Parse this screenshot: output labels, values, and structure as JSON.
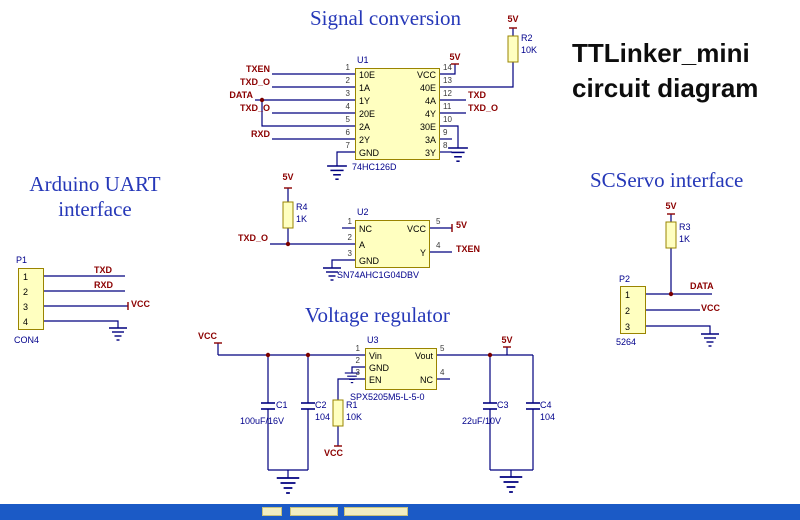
{
  "titles": {
    "signal_conversion": "Signal conversion",
    "main1": "TTLinker_mini",
    "main2": "circuit diagram",
    "arduino1": "Arduino UART",
    "arduino2": "interface",
    "scservo": "SCServo interface",
    "voltage_regulator": "Voltage regulator"
  },
  "u1": {
    "ref": "U1",
    "part": "74HC126D",
    "power": "5V",
    "pins_left": [
      {
        "num": "1",
        "name": "10E"
      },
      {
        "num": "2",
        "name": "1A"
      },
      {
        "num": "3",
        "name": "1Y"
      },
      {
        "num": "4",
        "name": "20E"
      },
      {
        "num": "5",
        "name": "2A"
      },
      {
        "num": "6",
        "name": "2Y"
      },
      {
        "num": "7",
        "name": "GND"
      }
    ],
    "pins_right": [
      {
        "num": "14",
        "name": "VCC"
      },
      {
        "num": "13",
        "name": "40E"
      },
      {
        "num": "12",
        "name": "4A"
      },
      {
        "num": "11",
        "name": "4Y"
      },
      {
        "num": "10",
        "name": "30E"
      },
      {
        "num": "9",
        "name": "3A"
      },
      {
        "num": "8",
        "name": "3Y"
      }
    ],
    "nets_left": [
      "TXEN",
      "TXD_O",
      "DATA",
      "TXD_O",
      "RXD"
    ],
    "nets_right": [
      "TXD",
      "TXD_O"
    ]
  },
  "r1": {
    "ref": "R1",
    "value": "10K",
    "power": "VCC"
  },
  "r2": {
    "ref": "R2",
    "value": "10K",
    "power": "5V"
  },
  "r3": {
    "ref": "R3",
    "value": "1K",
    "power": "5V"
  },
  "r4": {
    "ref": "R4",
    "value": "1K",
    "power": "5V"
  },
  "u2": {
    "ref": "U2",
    "part": "SN74AHC1G04DBV",
    "pins_left": [
      {
        "num": "1",
        "name": "NC"
      },
      {
        "num": "2",
        "name": "A"
      },
      {
        "num": "3",
        "name": "GND"
      }
    ],
    "pins_right": [
      {
        "num": "5",
        "name": "VCC"
      },
      {
        "num": "4",
        "name": "Y"
      }
    ],
    "net_in": "TXD_O",
    "net_out_top": "5V",
    "net_out_bottom": "TXEN"
  },
  "u3": {
    "ref": "U3",
    "part": "SPX5205M5-L-5-0",
    "pins_left": [
      {
        "num": "1",
        "name": "Vin"
      },
      {
        "num": "2",
        "name": "GND"
      },
      {
        "num": "3",
        "name": "EN"
      }
    ],
    "pins_right": [
      {
        "num": "5",
        "name": "Vout"
      },
      {
        "num": "4",
        "name": "NC"
      }
    ],
    "net_in": "VCC",
    "net_out": "5V"
  },
  "c1": {
    "ref": "C1",
    "value": "100uF/16V"
  },
  "c2": {
    "ref": "C2",
    "value": "104"
  },
  "c3": {
    "ref": "C3",
    "value": "22uF/10V"
  },
  "c4": {
    "ref": "C4",
    "value": "104"
  },
  "p1": {
    "ref": "P1",
    "part": "CON4",
    "pins": [
      "1",
      "2",
      "3",
      "4"
    ],
    "nets": [
      "TXD",
      "RXD",
      "VCC"
    ]
  },
  "p2": {
    "ref": "P2",
    "part": "5264",
    "pins": [
      "1",
      "2",
      "3"
    ],
    "nets": [
      "DATA",
      "VCC"
    ]
  },
  "colors": {
    "wire": "#00007f",
    "net_label": "#8b0000",
    "component_text": "#00008b",
    "chip_fill": "#ffffc0",
    "chip_border": "#9a8400",
    "junction": "#7a0000",
    "title_blue": "#2638b8",
    "bottom_bar": "#1b5ac6"
  }
}
